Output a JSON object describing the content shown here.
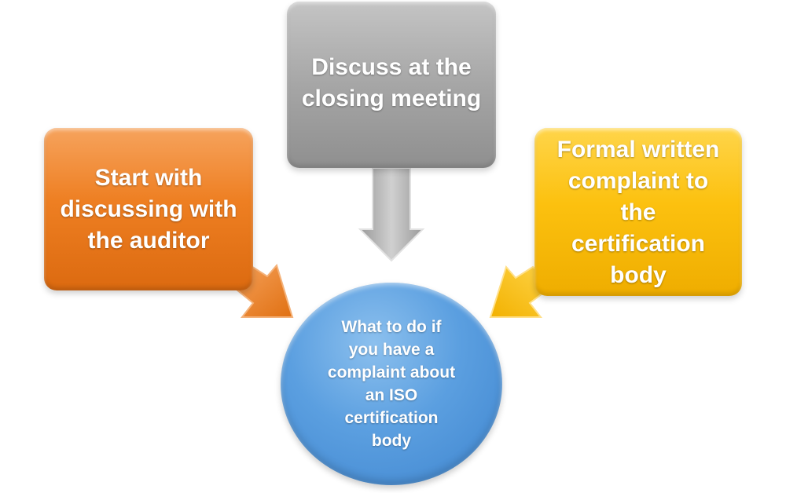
{
  "diagram": {
    "center": {
      "label": "What to do if\nyou have a\ncomplaint about\nan ISO\ncertification\nbody",
      "color": "#5b9fe0"
    },
    "steps": [
      {
        "label": "Start with\ndiscussing with\nthe auditor",
        "color": "#ee7f22"
      },
      {
        "label": "Discuss at the\nclosing meeting",
        "color": "#a6a6a6"
      },
      {
        "label": "Formal written\ncomplaint to\nthe\ncertification\nbody",
        "color": "#fcc10f"
      }
    ]
  }
}
